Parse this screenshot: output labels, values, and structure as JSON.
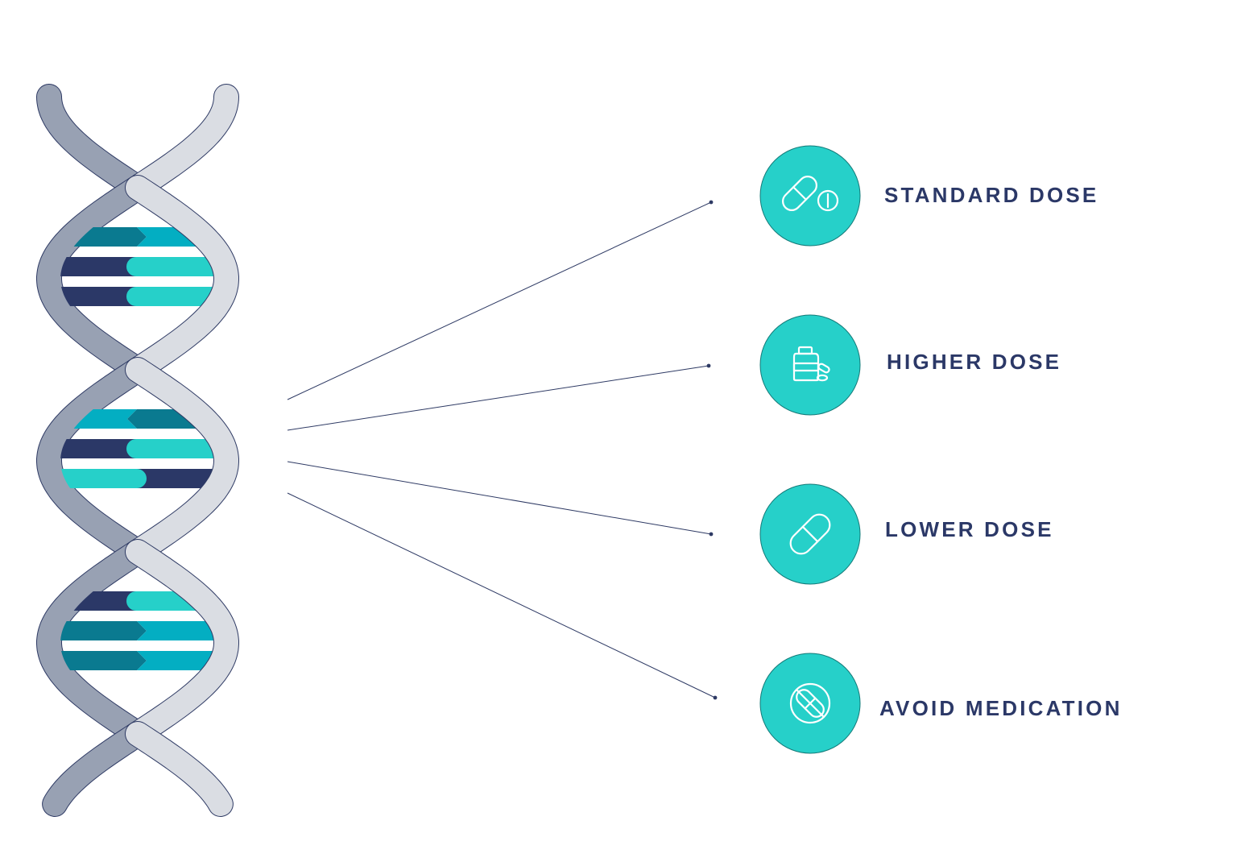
{
  "colors": {
    "background": "#ffffff",
    "strand_front": "#dadde3",
    "strand_back": "#98a1b3",
    "strand_outline": "#2e3a64",
    "navy": "#2b3867",
    "dark_teal": "#0a7a90",
    "teal": "#03aec2",
    "aqua": "#26d0c9",
    "circle_fill": "#26d0c9",
    "circle_stroke": "#147a78",
    "icon_stroke": "#ffffff",
    "connector": "#2e3a64",
    "label_text": "#2b3867"
  },
  "dna": {
    "name": "dna-helix",
    "rung_groups": [
      [
        {
          "left": "dark_teal",
          "right": "teal",
          "join": "arrow-right"
        },
        {
          "left": "navy",
          "right": "aqua",
          "join": "round"
        },
        {
          "left": "navy",
          "right": "aqua",
          "join": "round"
        }
      ],
      [
        {
          "left": "teal",
          "right": "dark_teal",
          "join": "arrow-left"
        },
        {
          "left": "navy",
          "right": "aqua",
          "join": "round"
        },
        {
          "left": "aqua",
          "right": "navy",
          "join": "round-right"
        }
      ],
      [
        {
          "left": "navy",
          "right": "aqua",
          "join": "round"
        },
        {
          "left": "dark_teal",
          "right": "teal",
          "join": "arrow-right"
        },
        {
          "left": "dark_teal",
          "right": "teal",
          "join": "arrow-right"
        }
      ]
    ]
  },
  "outcomes": [
    {
      "label": "STANDARD DOSE",
      "icon": "pill-capsule-and-tablet-icon"
    },
    {
      "label": "HIGHER DOSE",
      "icon": "medicine-bottle-icon"
    },
    {
      "label": "LOWER DOSE",
      "icon": "pill-capsule-icon"
    },
    {
      "label": "AVOID MEDICATION",
      "icon": "no-medication-icon"
    }
  ]
}
